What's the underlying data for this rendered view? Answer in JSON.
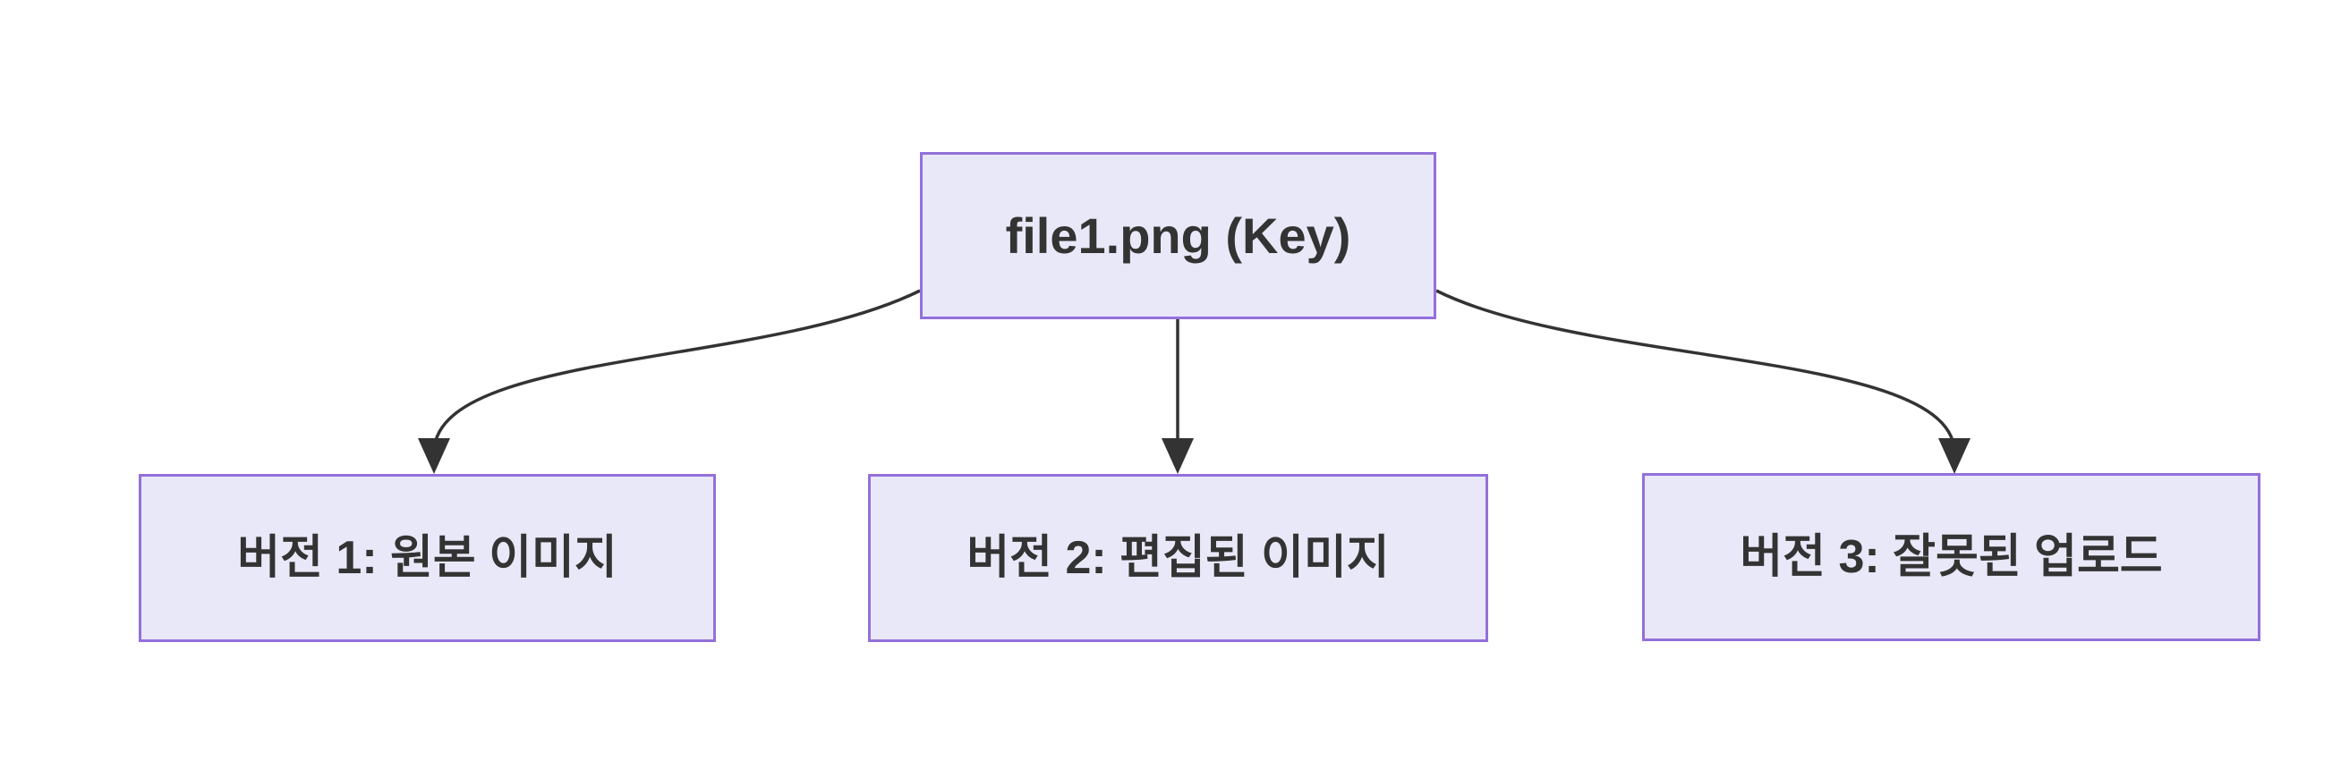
{
  "diagram": {
    "type": "flowchart",
    "background": "#ffffff",
    "node_fill": "#e9e8f8",
    "node_border": "#9370db",
    "edge_color": "#333333",
    "text_color": "#333333",
    "nodes": [
      {
        "id": "root",
        "label": "file1.png (Key)"
      },
      {
        "id": "v1",
        "label": "버전 1: 원본 이미지"
      },
      {
        "id": "v2",
        "label": "버전 2: 편집된 이미지"
      },
      {
        "id": "v3",
        "label": "버전 3: 잘못된 업로드"
      }
    ],
    "edges": [
      {
        "from": "root",
        "to": "v1"
      },
      {
        "from": "root",
        "to": "v2"
      },
      {
        "from": "root",
        "to": "v3"
      }
    ]
  }
}
